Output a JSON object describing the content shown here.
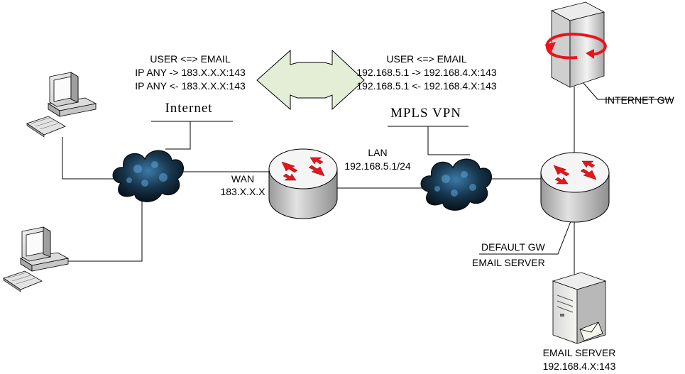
{
  "left_flow": {
    "line1": "USER <=> EMAIL",
    "line2": "IP ANY -> 183.X.X.X:143",
    "line3": "IP ANY <- 183.X.X.X:143"
  },
  "right_flow": {
    "line1": "USER <=> EMAIL",
    "line2": "192.168.5.1 -> 192.168.4.X:143",
    "line3": "192.168.5.1 <- 192.168.4.X:143"
  },
  "internet_label": "Internet",
  "mpls_label": "MPLS VPN",
  "wan": {
    "line1": "WAN",
    "line2": "183.X.X.X"
  },
  "lan": {
    "line1": "LAN",
    "line2": "192.168.5.1/24"
  },
  "internet_gw_label": "INTERNET GW",
  "default_gw": {
    "line1": "DEFAULT GW",
    "line2": "EMAIL SERVER"
  },
  "email_server": {
    "line1": "EMAIL SERVER",
    "line2": "192.168.4.X:143"
  },
  "colors": {
    "arrow_fill": "#e2ecd2",
    "router_top": "#f4f4f4",
    "router_side": "#c9c9c9",
    "router_arrows": "#e8141b",
    "cloud_dark": "#0d1b24",
    "cloud_light": "#4a8ab8",
    "server_body": "#e6e6e6"
  }
}
